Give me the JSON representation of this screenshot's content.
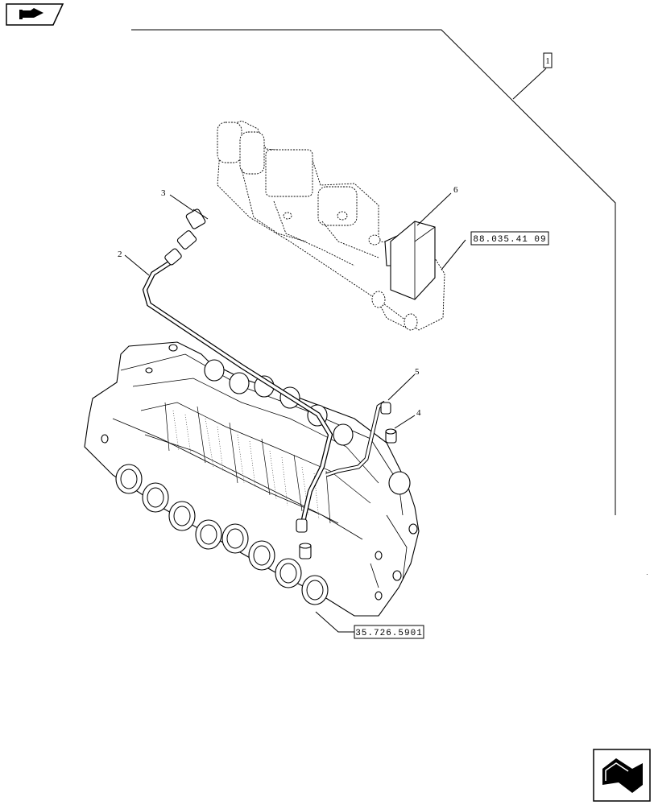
{
  "nav": {
    "prev_icon_name": "hand-pointing-right-icon",
    "next_icon_name": "arrow-return-icon"
  },
  "callouts": {
    "group": "1",
    "item2": "2",
    "item3": "3",
    "item4": "4",
    "item5": "5",
    "item6": "6"
  },
  "references": {
    "ref_top": "88.035.41 09",
    "ref_bottom": "35.726.5901"
  }
}
